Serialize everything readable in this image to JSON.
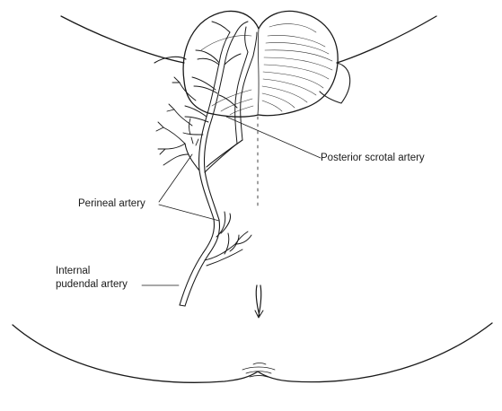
{
  "labels": {
    "posterior_scrotal_artery": "Posterior scrotal artery",
    "perineal_artery": "Perineal artery",
    "internal_pudendal_line1": "Internal",
    "internal_pudendal_line2": "pudendal artery"
  }
}
